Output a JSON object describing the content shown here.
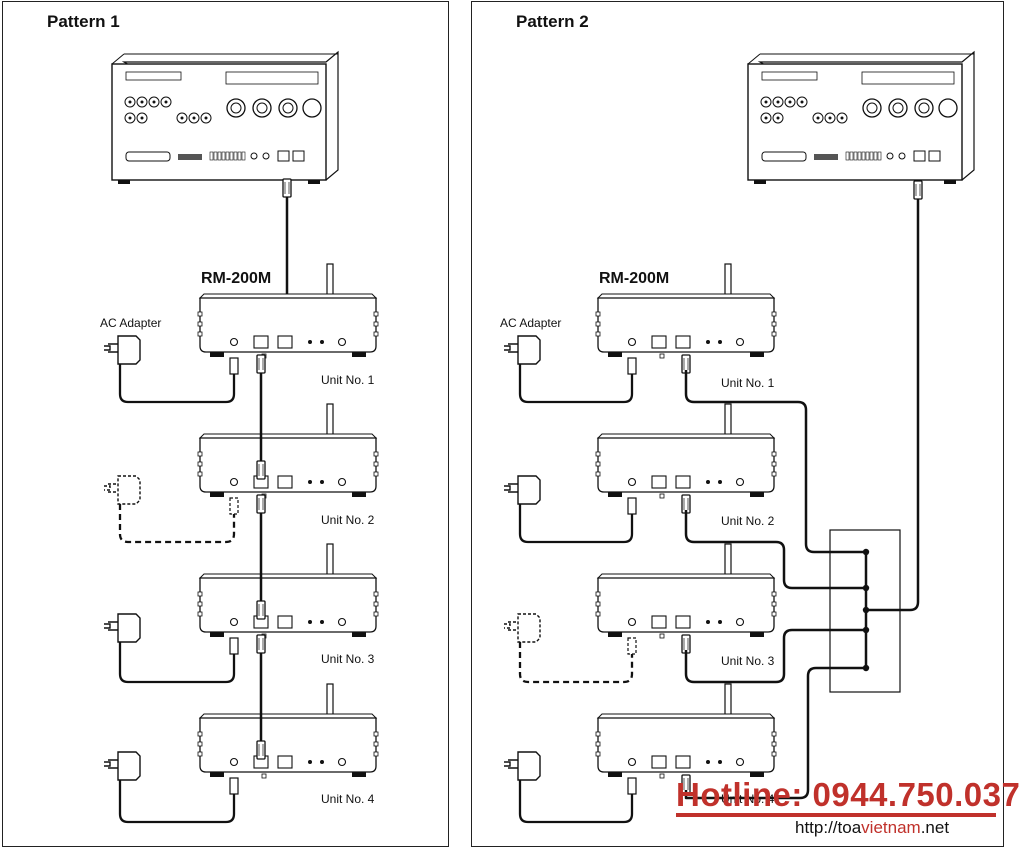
{
  "patterns": [
    {
      "title": "Pattern 1",
      "model": "RM-200M",
      "adapter_label": "AC Adapter",
      "units": [
        "Unit No. 1",
        "Unit No. 2",
        "Unit No. 3",
        "Unit No. 4"
      ]
    },
    {
      "title": "Pattern 2",
      "model": "RM-200M",
      "adapter_label": "AC Adapter",
      "units": [
        "Unit No. 1",
        "Unit No. 2",
        "Unit No. 3",
        "Unit No. 4"
      ]
    }
  ],
  "watermark": {
    "hotline": "Hotline: 0944.750.037",
    "url_prefix": "http://toa",
    "url_accent": "vietnam",
    "url_suffix": ".net"
  },
  "colors": {
    "line": "#111111",
    "watermark": "#c0312b"
  }
}
